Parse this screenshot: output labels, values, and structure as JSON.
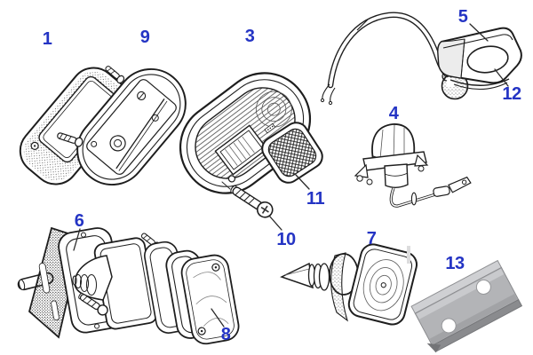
{
  "canvas": {
    "background": "#ffffff",
    "line_color": "#1e1e1e",
    "metal_plate_color": "#b3b4b7"
  },
  "labels": {
    "color": "#2434c4",
    "items": [
      "1",
      "9",
      "3",
      "5",
      "12",
      "4",
      "11",
      "10",
      "6",
      "7",
      "8",
      "13"
    ]
  },
  "figures": [
    {
      "id": "part-1-gasket-drawing"
    },
    {
      "id": "part-9-lamp-body-drawing"
    },
    {
      "id": "part-3-lens-drawing"
    },
    {
      "id": "part-11-reflector-drawing"
    },
    {
      "id": "part-10-screw-drawing"
    },
    {
      "id": "part-5-lamp-cover-drawing"
    },
    {
      "id": "part-12-lamp-base-drawing"
    },
    {
      "id": "part-4-bulb-holder-drawing"
    },
    {
      "id": "part-6-bracket-gasket-drawing"
    },
    {
      "id": "part-8-lens-drawing"
    },
    {
      "id": "part-7-side-lamp-drawing"
    },
    {
      "id": "part-13-mounting-plate-photo"
    }
  ]
}
